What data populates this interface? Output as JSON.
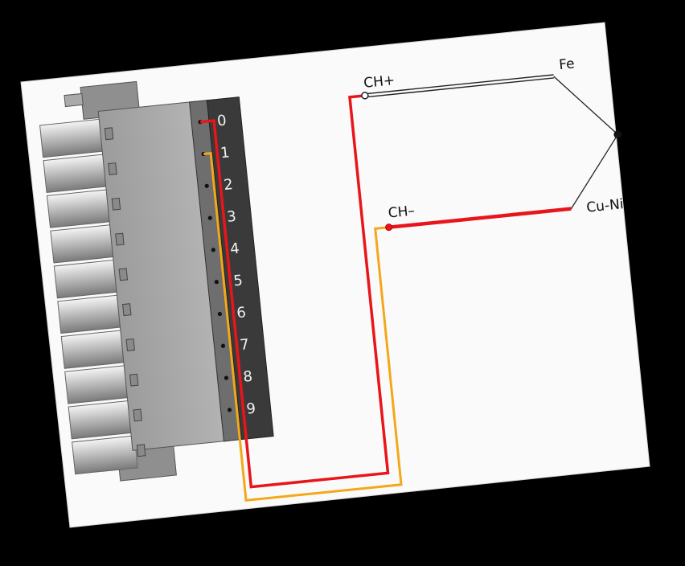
{
  "labels": {
    "ch_plus": "CH+",
    "ch_minus": "CH–",
    "fe": "Fe",
    "cu_ni": "Cu-Ni"
  },
  "pins": [
    "0",
    "1",
    "2",
    "3",
    "4",
    "5",
    "6",
    "7",
    "8",
    "9"
  ],
  "colors": {
    "red_wire": "#e8151b",
    "orange_wire": "#f3a81a",
    "thermocouple_line": "#222222",
    "background": "#000000",
    "panel": "#fafafa"
  },
  "icons": {
    "connector": "terminal-block-connector",
    "junction": "thermocouple-junction-dot"
  }
}
